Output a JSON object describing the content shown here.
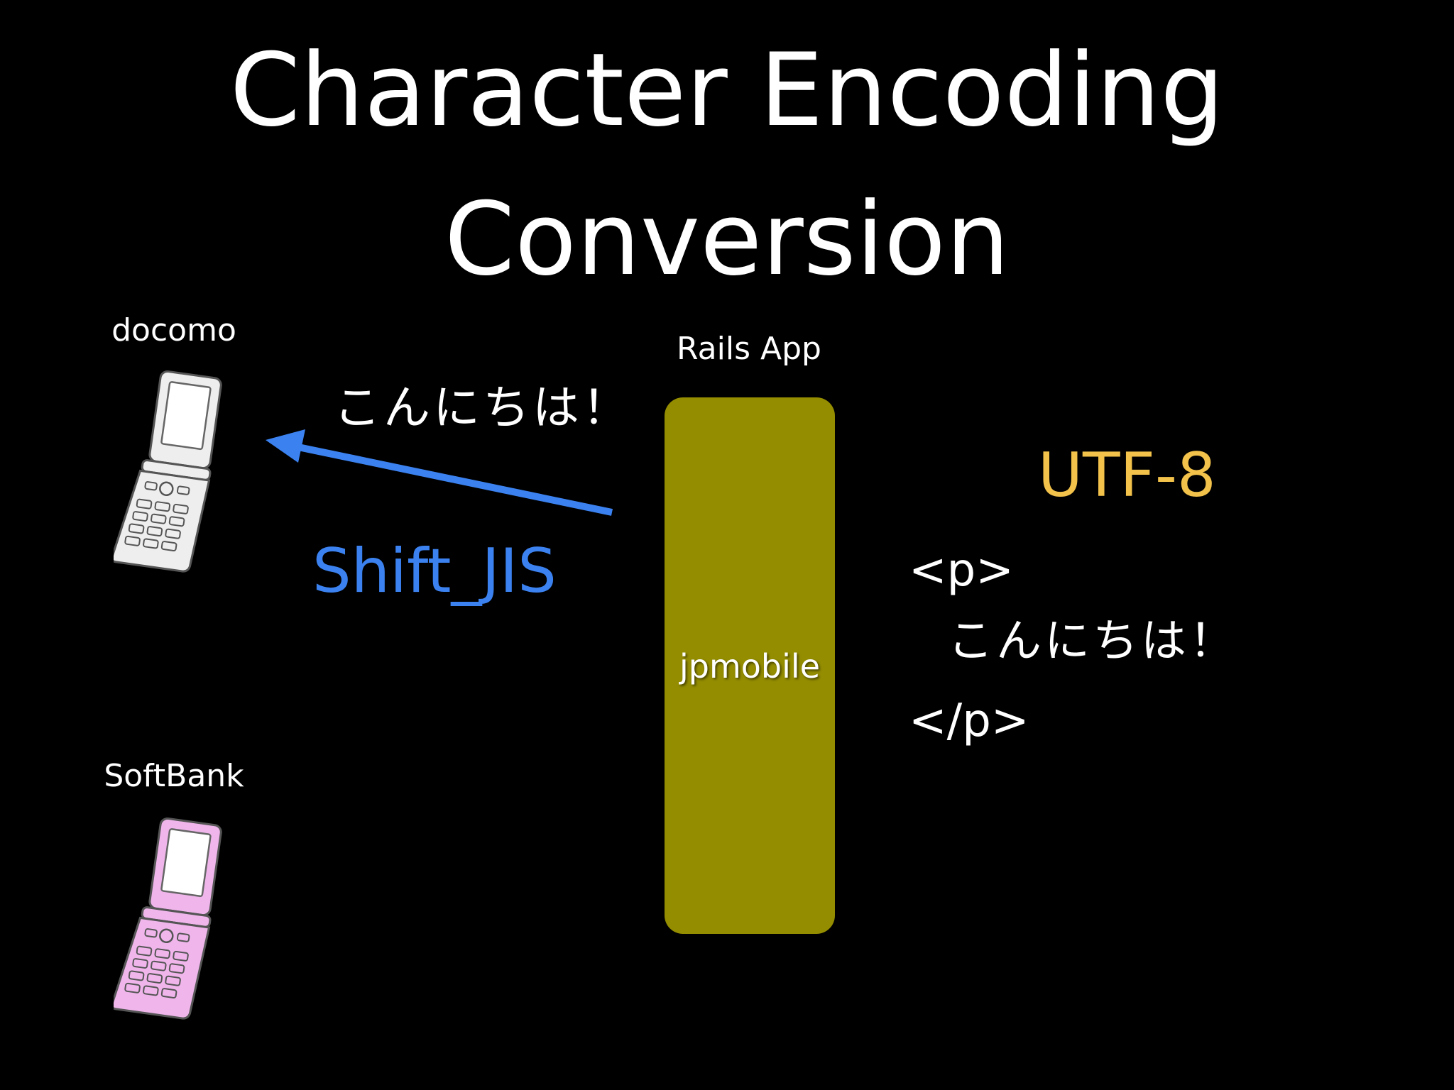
{
  "title": {
    "line1": "Character Encoding",
    "line2": "Conversion"
  },
  "carriers": {
    "docomo": "docomo",
    "softbank": "SoftBank"
  },
  "rails_app": {
    "label": "Rails App",
    "component": "jpmobile"
  },
  "greeting_ja": "こんにちは！",
  "encodings": {
    "shift_jis": "Shift_JIS",
    "utf8": "UTF-8"
  },
  "code": {
    "line1": "<p>",
    "line2": "こんにちは！",
    "line3": "</p>"
  },
  "colors": {
    "background": "#000000",
    "text": "#ffffff",
    "shift_jis": "#3b82f0",
    "utf8": "#f2c24a",
    "jpmobile_box": "#948d00",
    "arrow": "#3b82f0",
    "phone_docomo": "#eeeeee",
    "phone_softbank": "#f0b6ec"
  },
  "icons": {
    "docomo_phone": "flip-phone-icon",
    "softbank_phone": "flip-phone-icon",
    "arrow": "arrow-left-icon"
  }
}
